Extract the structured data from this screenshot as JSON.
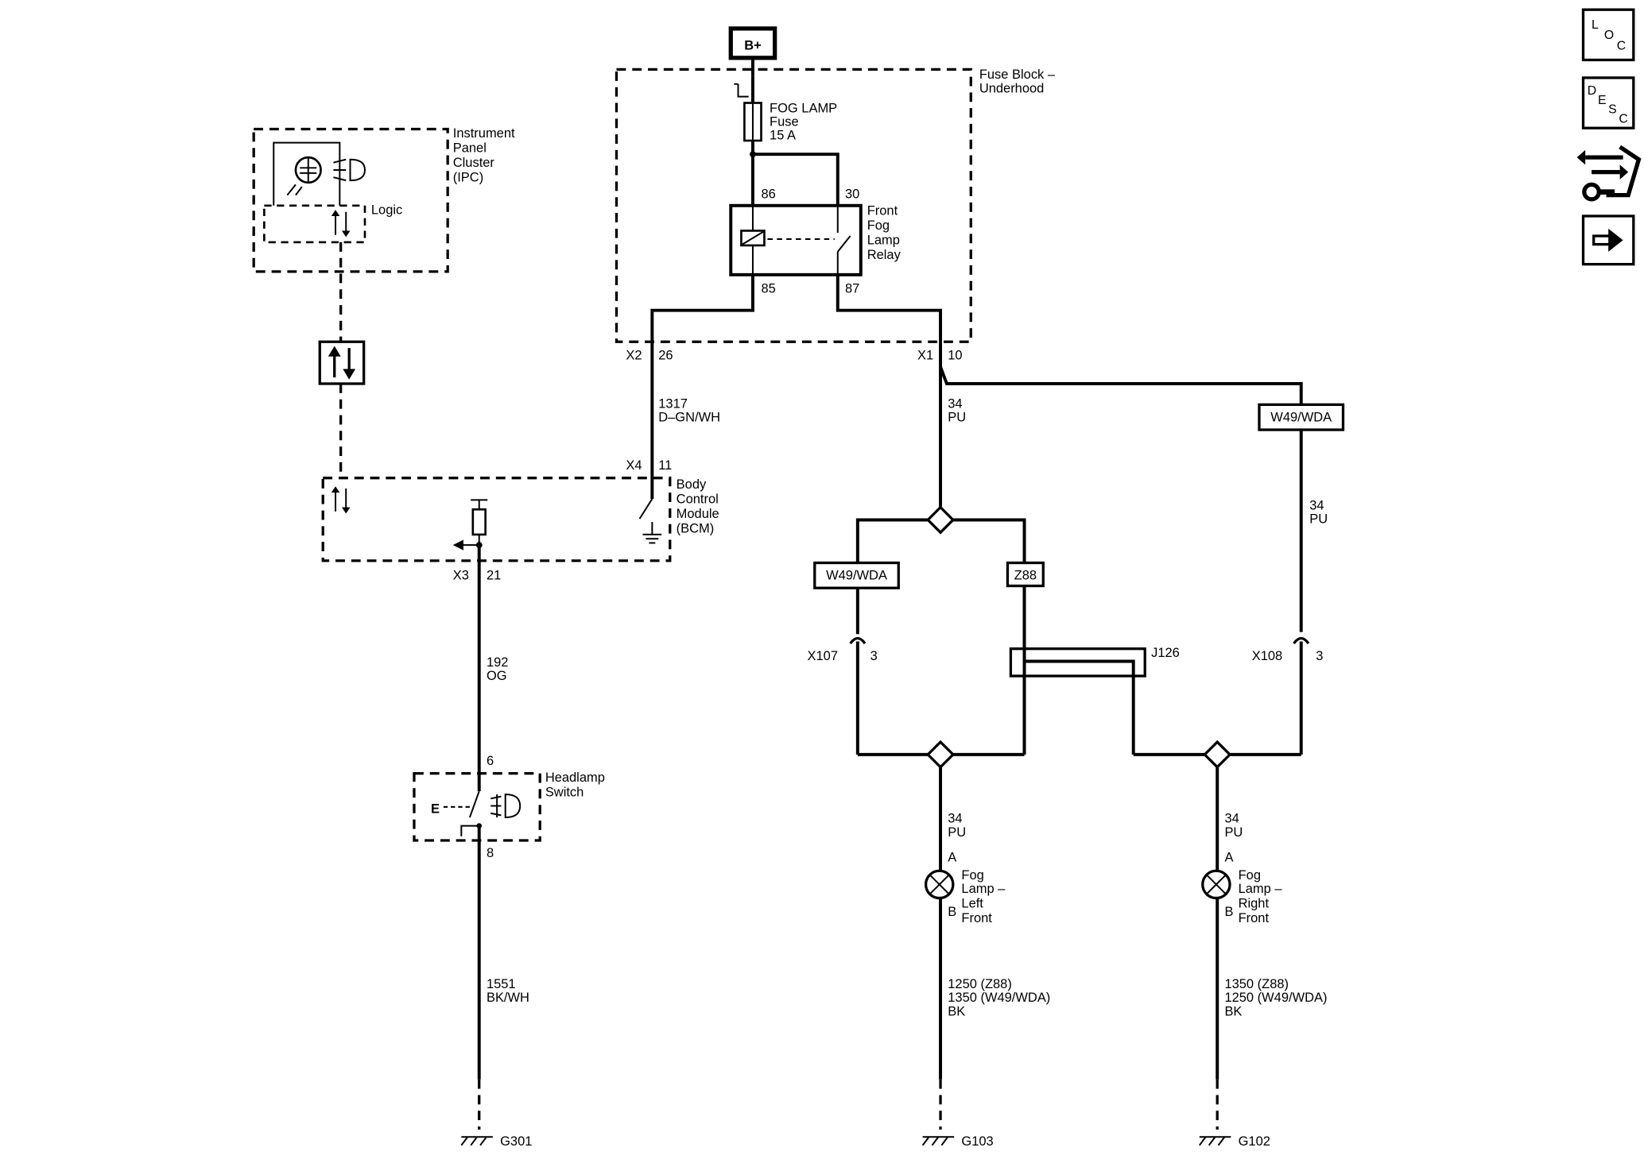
{
  "modules": {
    "supply": "B+",
    "fuse_block": [
      "Fuse Block –",
      "Underhood"
    ],
    "fog_fuse": [
      "FOG LAMP",
      "Fuse",
      "15 A"
    ],
    "relay": [
      "Front",
      "Fog",
      "Lamp",
      "Relay"
    ],
    "ipc": [
      "Instrument",
      "Panel",
      "Cluster",
      "(IPC)"
    ],
    "logic": "Logic",
    "bcm": [
      "Body",
      "Control",
      "Module",
      "(BCM)"
    ],
    "headlamp_switch": [
      "Headlamp",
      "Switch"
    ],
    "fog_left": [
      "Fog",
      "Lamp –",
      "Left",
      "Front"
    ],
    "fog_right": [
      "Fog",
      "Lamp –",
      "Right",
      "Front"
    ]
  },
  "pins": {
    "relay_86": "86",
    "relay_30": "30",
    "relay_85": "85",
    "relay_87": "87",
    "x2": "X2",
    "x2_pin": "26",
    "x1": "X1",
    "x1_pin": "10",
    "x4": "X4",
    "x4_pin": "11",
    "x3": "X3",
    "x3_pin": "21",
    "sw_top": "6",
    "sw_bottom": "8",
    "x107": "X107",
    "x107_pin": "3",
    "x108": "X108",
    "x108_pin": "3",
    "splice": "J126",
    "lamp_left_a": "A",
    "lamp_left_b": "B",
    "lamp_right_a": "A",
    "lamp_right_b": "B"
  },
  "wires": {
    "w1317": [
      "1317",
      "D–GN/WH"
    ],
    "w34_main": [
      "34",
      "PU"
    ],
    "w34_right_upper": [
      "34",
      "PU"
    ],
    "w192": [
      "192",
      "OG"
    ],
    "w1551": [
      "1551",
      "BK/WH"
    ],
    "w34_left_lamp": [
      "34",
      "PU"
    ],
    "w34_right_lamp": [
      "34",
      "PU"
    ],
    "left_ground": [
      "1250 (Z88)",
      "1350 (W49/WDA)",
      "BK"
    ],
    "right_ground": [
      "1350 (Z88)",
      "1250 (W49/WDA)",
      "BK"
    ]
  },
  "options": {
    "top_right": "W49/WDA",
    "left_branch": "W49/WDA",
    "right_branch": "Z88"
  },
  "grounds": {
    "g301": "G301",
    "g103": "G103",
    "g102": "G102"
  },
  "toolbar": {
    "loc": [
      "L",
      "O",
      "C"
    ],
    "desc": [
      "D",
      "E",
      "S",
      "C"
    ],
    "items": [
      "loc-button",
      "desc-button",
      "repair-procedures-button",
      "next-button"
    ]
  }
}
